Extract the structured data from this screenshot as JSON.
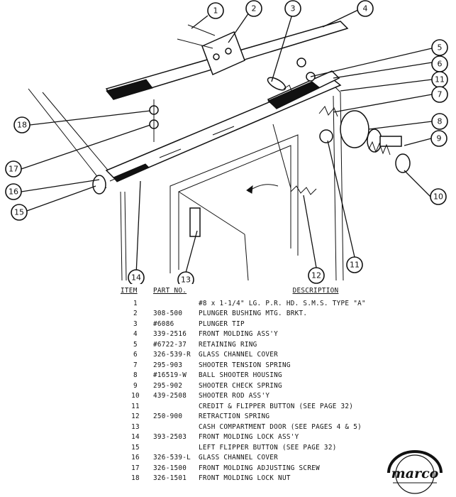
{
  "diagram": {
    "callouts": [
      "1",
      "2",
      "3",
      "4",
      "5",
      "6",
      "7",
      "8",
      "9",
      "10",
      "11",
      "11",
      "12",
      "13",
      "14",
      "15",
      "16",
      "17",
      "18"
    ]
  },
  "table": {
    "headers": {
      "item": "ITEM",
      "part": "PART NO.",
      "desc": "DESCRIPTION"
    },
    "rows": [
      {
        "item": "1",
        "part": "",
        "desc": "#8 x 1-1/4\" LG. P.R. HD. S.M.S. TYPE \"A\""
      },
      {
        "item": "2",
        "part": "308-500",
        "desc": "PLUNGER BUSHING MTG. BRKT."
      },
      {
        "item": "3",
        "part": "#6086",
        "desc": "PLUNGER TIP"
      },
      {
        "item": "4",
        "part": "339-2516",
        "desc": "FRONT MOLDING ASS'Y"
      },
      {
        "item": "5",
        "part": "#6722-37",
        "desc": "RETAINING RING"
      },
      {
        "item": "6",
        "part": "326-539-R",
        "desc": "GLASS CHANNEL COVER"
      },
      {
        "item": "7",
        "part": "295-903",
        "desc": "SHOOTER TENSION SPRING"
      },
      {
        "item": "8",
        "part": "#16519-W",
        "desc": "BALL SHOOTER HOUSING"
      },
      {
        "item": "9",
        "part": "295-902",
        "desc": "SHOOTER CHECK SPRING"
      },
      {
        "item": "10",
        "part": "439-2508",
        "desc": "SHOOTER ROD ASS'Y"
      },
      {
        "item": "11",
        "part": "",
        "desc": "CREDIT & FLIPPER BUTTON (SEE PAGE 32)"
      },
      {
        "item": "12",
        "part": "250-900",
        "desc": "RETRACTION SPRING"
      },
      {
        "item": "13",
        "part": "",
        "desc": "CASH COMPARTMENT DOOR (SEE PAGES 4 & 5)"
      },
      {
        "item": "14",
        "part": "393-2503",
        "desc": "FRONT MOLDING LOCK ASS'Y"
      },
      {
        "item": "15",
        "part": "",
        "desc": "LEFT FLIPPER BUTTON (SEE PAGE 32)"
      },
      {
        "item": "16",
        "part": "326-539-L",
        "desc": "GLASS CHANNEL COVER"
      },
      {
        "item": "17",
        "part": "326-1500",
        "desc": "FRONT MOLDING ADJUSTING SCREW"
      },
      {
        "item": "18",
        "part": "326-1501",
        "desc": "FRONT MOLDING LOCK NUT"
      }
    ]
  },
  "logo": {
    "text": "marco",
    "color": "#111111"
  }
}
